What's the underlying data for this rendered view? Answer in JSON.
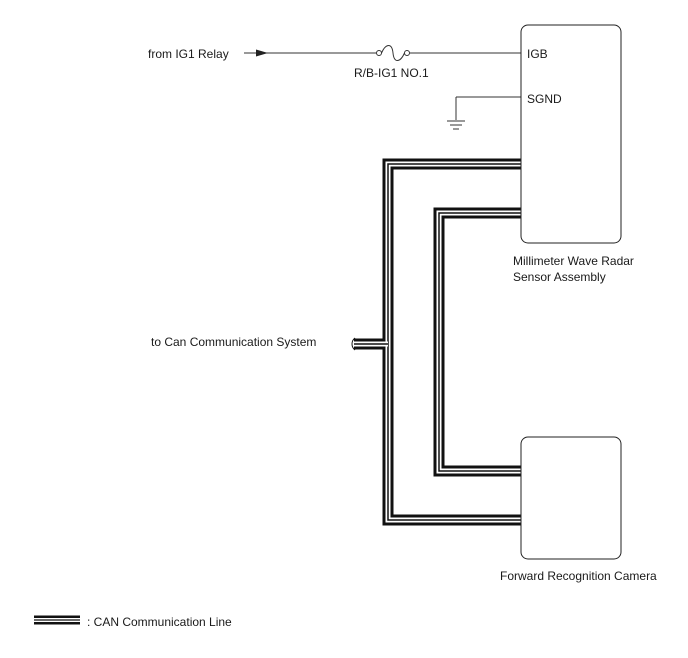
{
  "source": {
    "label": "from IG1 Relay"
  },
  "fuse": {
    "label": "R/B-IG1 NO.1"
  },
  "radar": {
    "name_line1": "Millimeter Wave Radar",
    "name_line2": "Sensor Assembly",
    "terminal_igb": "IGB",
    "terminal_sgnd": "SGND"
  },
  "camera": {
    "name": "Forward Recognition Camera"
  },
  "can_system": {
    "label": "to Can Communication System"
  },
  "legend": {
    "can_line_label": ": CAN Communication Line"
  }
}
